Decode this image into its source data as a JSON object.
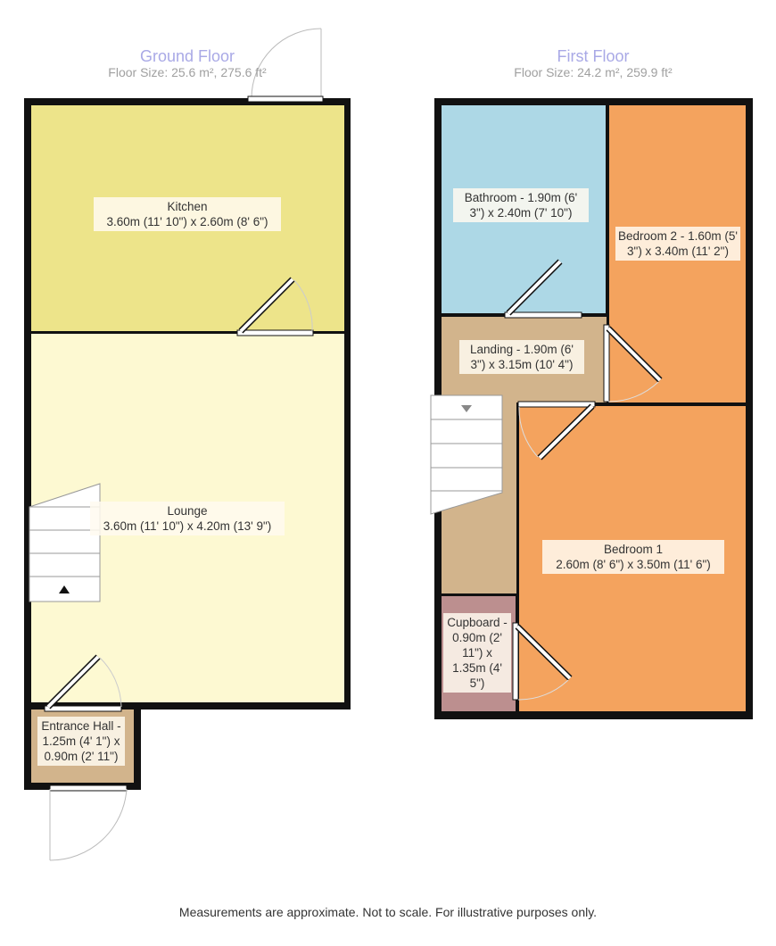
{
  "ground_floor": {
    "title": "Ground Floor",
    "size": "Floor Size: 25.6 m², 275.6 ft²",
    "rooms": [
      {
        "name": "Kitchen",
        "dims": "3.60m (11' 10\") x 2.60m (8' 6\")",
        "color": "#ede48a"
      },
      {
        "name": "Lounge",
        "dims": "3.60m (11' 10\") x 4.20m (13' 9\")",
        "color": "#fdf9d2"
      },
      {
        "name": "Entrance Hall",
        "dims": "- 1.25m (4' 1\") x 0.90m (2' 11\")",
        "color": "#d2b48c"
      }
    ]
  },
  "first_floor": {
    "title": "First Floor",
    "size": "Floor Size: 24.2 m², 259.9 ft²",
    "rooms": [
      {
        "name": "Bathroom",
        "dims": "- 1.90m (6' 3\") x 2.40m (7' 10\")",
        "color": "#add8e6"
      },
      {
        "name": "Bedroom 2",
        "dims": "- 1.60m (5' 3\") x 3.40m (11' 2\")",
        "color": "#f4a35e"
      },
      {
        "name": "Landing",
        "dims": "- 1.90m (6' 3\") x 3.15m (10' 4\")",
        "color": "#d2b48c"
      },
      {
        "name": "Bedroom 1",
        "dims": "2.60m (8' 6\") x 3.50m (11' 6\")",
        "color": "#f4a35e"
      },
      {
        "name": "Cupboard",
        "dims": "- 0.90m (2' 11\") x 1.35m (4' 5\")",
        "color": "#bc8f8f"
      }
    ]
  },
  "footer": "Measurements are approximate. Not to scale. For illustrative purposes only."
}
